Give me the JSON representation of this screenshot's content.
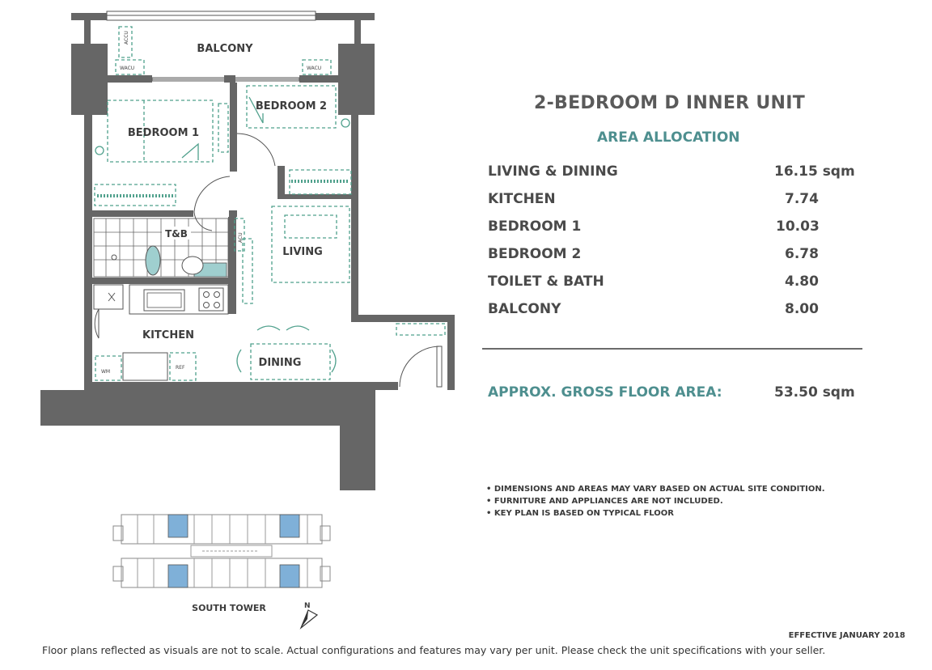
{
  "header": {
    "title": "2-BEDROOM D INNER UNIT",
    "subtitle": "AREA ALLOCATION"
  },
  "areas": [
    {
      "name": "LIVING & DINING",
      "value": "16.15 sqm"
    },
    {
      "name": "KITCHEN",
      "value": "7.74"
    },
    {
      "name": "BEDROOM 1",
      "value": "10.03"
    },
    {
      "name": "BEDROOM 2",
      "value": "6.78"
    },
    {
      "name": "TOILET & BATH",
      "value": "4.80"
    },
    {
      "name": "BALCONY",
      "value": "8.00"
    }
  ],
  "gross_floor_area": {
    "label": "APPROX. GROSS FLOOR AREA:",
    "value": "53.50 sqm"
  },
  "notes": [
    "• DIMENSIONS AND AREAS MAY VARY BASED ON ACTUAL SITE CONDITION.",
    "• FURNITURE AND APPLIANCES ARE NOT INCLUDED.",
    "• KEY PLAN IS BASED ON TYPICAL FLOOR"
  ],
  "plan_labels": {
    "balcony": "BALCONY",
    "bedroom1": "BEDROOM 1",
    "bedroom2": "BEDROOM 2",
    "tb": "T&B",
    "living": "LIVING",
    "kitchen": "KITCHEN",
    "dining": "DINING",
    "acu": "ACCU",
    "wacu1": "WACU",
    "wacu2": "WACU",
    "wm": "WM",
    "ref": "REF",
    "acu2": "ACU"
  },
  "key_plan": {
    "label": "SOUTH TOWER",
    "north": "N"
  },
  "colors": {
    "accent": "#4e8f8f",
    "wall": "#666666",
    "furniture": "#4fa08c",
    "highlight": "#7fb0d8"
  },
  "footer": {
    "effective": "EFFECTIVE JANUARY 2018",
    "disclaimer": "Floor plans reflected as visuals are not to scale. Actual configurations and features may vary per unit. Please check the unit specifications with your seller."
  }
}
